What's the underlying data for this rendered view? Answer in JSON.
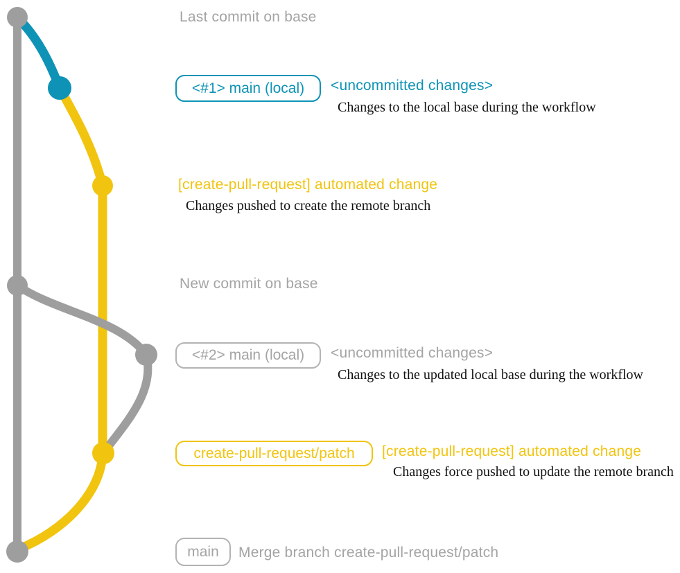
{
  "colors": {
    "teal": "#0e93b6",
    "yellow": "#f1c40f",
    "gray": "#9e9e9e",
    "gray_text": "#a4a4a4",
    "gray_border": "#b3b3b3",
    "black": "#111111"
  },
  "rows": {
    "last_commit": {
      "title": "Last commit on base"
    },
    "local_main_1": {
      "badge": "<#1> main (local)",
      "title": "<uncommitted changes>",
      "description": "Changes to the local base during the workflow"
    },
    "automated_change_1": {
      "title": "[create-pull-request] automated change",
      "description": "Changes pushed to create the remote branch"
    },
    "new_commit": {
      "title": "New commit on base"
    },
    "local_main_2": {
      "badge": "<#2> main (local)",
      "title": "<uncommitted changes>",
      "description": "Changes to the updated local base during the workflow"
    },
    "automated_change_2": {
      "badge": "create-pull-request/patch",
      "title": "[create-pull-request] automated change",
      "description": "Changes force pushed to update the remote branch"
    },
    "merge_commit": {
      "badge": "main",
      "title": "Merge branch create-pull-request/patch"
    }
  },
  "graph": {
    "branches": [
      "base (gray)",
      "main local (teal)",
      "create-pull-request/patch (yellow)"
    ],
    "commits": [
      "last-commit-on-base",
      "uncommitted-changes-1",
      "automated-change-1",
      "new-commit-on-base",
      "uncommitted-changes-2",
      "automated-change-2-force-push",
      "merge-commit"
    ]
  }
}
